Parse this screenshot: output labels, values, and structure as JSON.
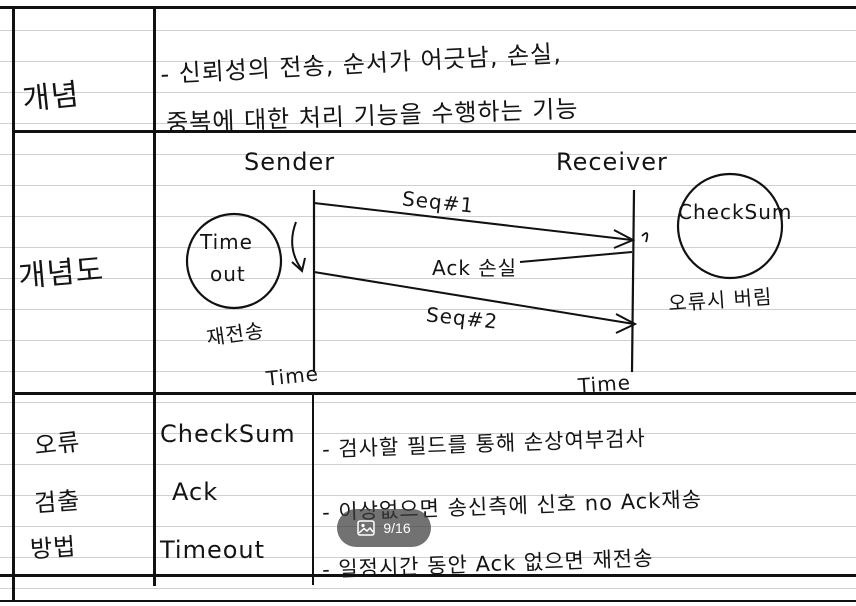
{
  "rows": {
    "concept": {
      "label": "개념",
      "line1": "- 신뢰성의 전송, 순서가 어긋남, 손실,",
      "line2": "중복에 대한 처리 기능을 수행하는 기능"
    },
    "overview": {
      "label": "개념도",
      "sender": "Sender",
      "receiver": "Receiver",
      "seq1": "Seq#1",
      "ack": "Ack 손실",
      "seq2": "Seq#2",
      "timeout": [
        "Time",
        "out"
      ],
      "retransmit": "재전송",
      "checksum": "CheckSum",
      "error_check": "오류시 버림",
      "time_left": "Time",
      "time_right": "Time"
    },
    "methods": {
      "label_lines": [
        "오류",
        "검출",
        "방법"
      ],
      "items": [
        {
          "name": "CheckSum",
          "desc": "- 검사할 필드를 통해 손상여부검사"
        },
        {
          "name": "Ack",
          "desc": "- 이상없으면 송신측에 신호 no Ack재송"
        },
        {
          "name": "Timeout",
          "desc": "- 일정시간 동안 Ack 없으면 재전송"
        }
      ]
    }
  },
  "viewer": {
    "page_indicator": "9/16",
    "icon": "image-icon"
  }
}
